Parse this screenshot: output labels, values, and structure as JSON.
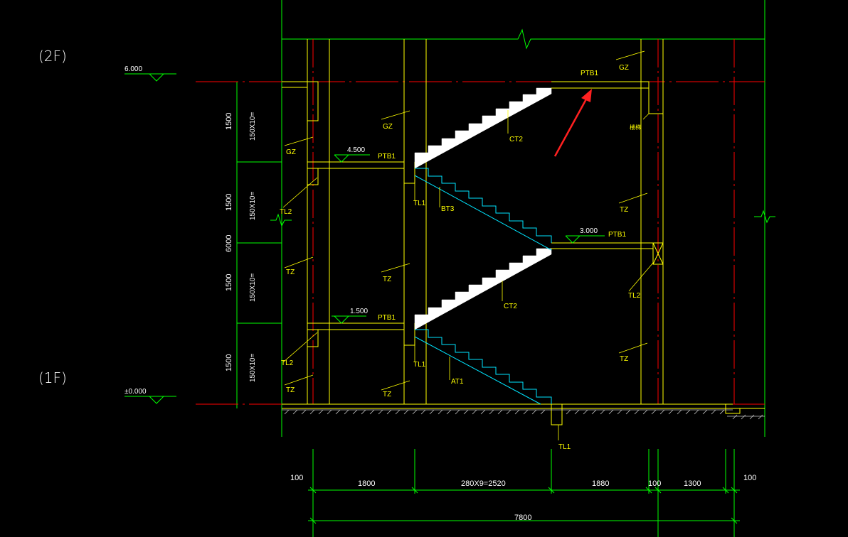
{
  "floors": {
    "upper": "(2F)",
    "lower": "(1F)"
  },
  "levels": [
    "6.000",
    "±0.000",
    "4.500",
    "3.000",
    "1.500"
  ],
  "vertical_dims": {
    "segments": [
      "1500",
      "1500",
      "1500",
      "1500"
    ],
    "steps": [
      "150X10=",
      "150X10=",
      "150X10=",
      "150X10="
    ],
    "total": "6000"
  },
  "horizontal_dims": {
    "left_edge": "100",
    "right_edge": "100",
    "segments": [
      "1800",
      "280X9=2520",
      "1880",
      "100",
      "1300"
    ],
    "total": "7800"
  },
  "labels": {
    "ptb1": "PTB1",
    "gz": "GZ",
    "tz": "TZ",
    "tl1": "TL1",
    "tl2": "TL2",
    "ct2": "CT2",
    "bt3": "BT3",
    "at1": "AT1",
    "small_note": "楼梯"
  },
  "colors": {
    "background": "#000000",
    "axis": "#00ff00",
    "structure": "#ffff00",
    "level_line": "#ff0000",
    "stair_fill": "#ffffff",
    "underside": "#00ffff",
    "arrow": "#ff2020"
  }
}
